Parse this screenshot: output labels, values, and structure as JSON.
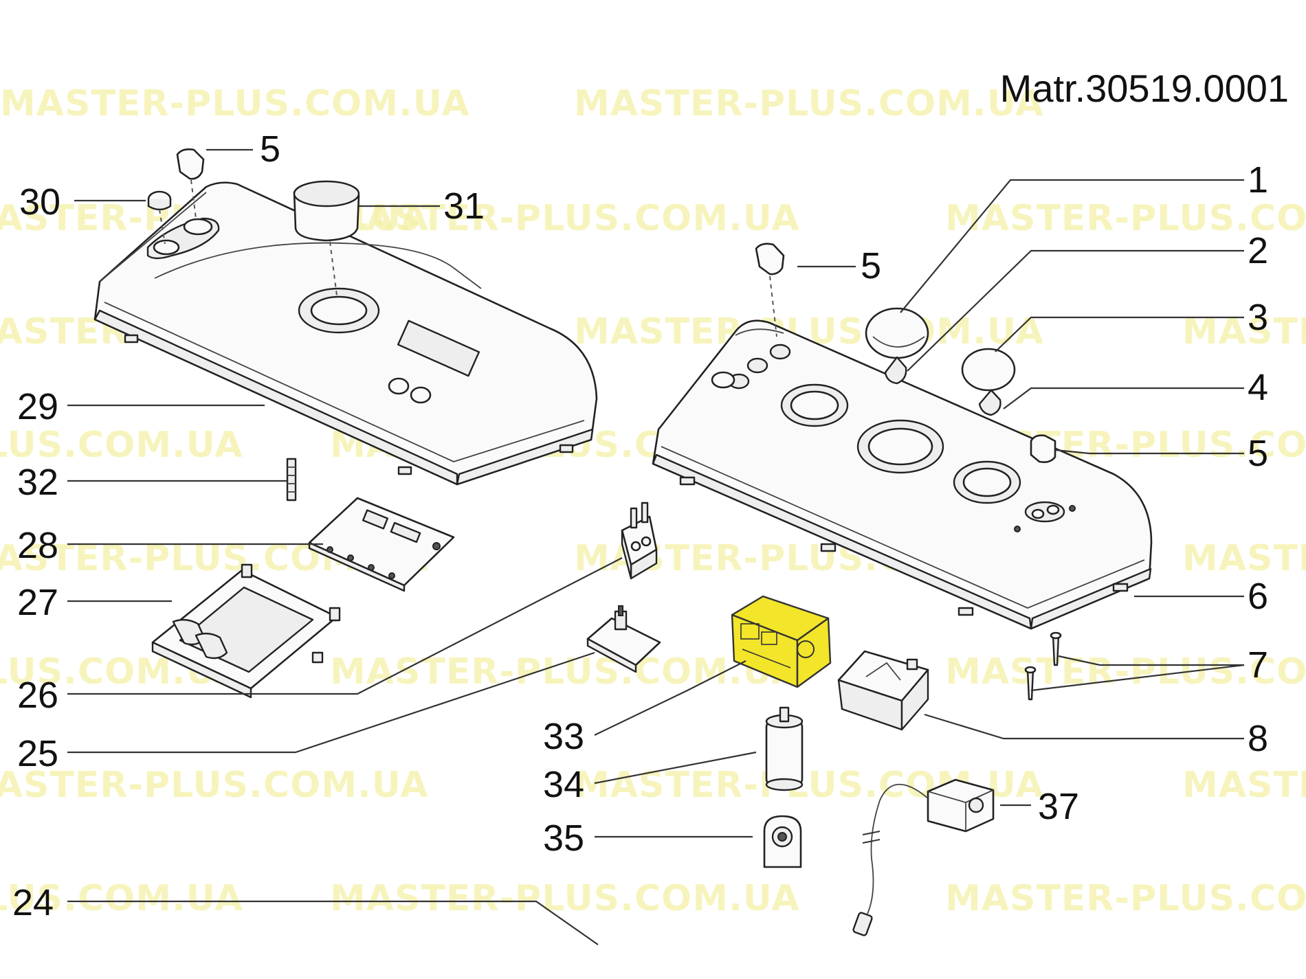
{
  "title": "Matr.30519.0001",
  "watermark": "MASTER-PLUS.COM.UA",
  "highlight_color": "#f2e52a",
  "watermark_color": "#f4f1a6",
  "callouts": [
    {
      "id": "1",
      "label": "1"
    },
    {
      "id": "2",
      "label": "2"
    },
    {
      "id": "3",
      "label": "3"
    },
    {
      "id": "4",
      "label": "4"
    },
    {
      "id": "5a",
      "label": "5"
    },
    {
      "id": "5b",
      "label": "5"
    },
    {
      "id": "5c",
      "label": "5"
    },
    {
      "id": "6",
      "label": "6"
    },
    {
      "id": "7",
      "label": "7"
    },
    {
      "id": "8",
      "label": "8"
    },
    {
      "id": "24",
      "label": "24"
    },
    {
      "id": "25",
      "label": "25"
    },
    {
      "id": "26",
      "label": "26"
    },
    {
      "id": "27",
      "label": "27"
    },
    {
      "id": "28",
      "label": "28"
    },
    {
      "id": "29",
      "label": "29"
    },
    {
      "id": "30",
      "label": "30"
    },
    {
      "id": "31",
      "label": "31"
    },
    {
      "id": "32",
      "label": "32"
    },
    {
      "id": "33",
      "label": "33"
    },
    {
      "id": "34",
      "label": "34"
    },
    {
      "id": "35",
      "label": "35"
    },
    {
      "id": "37",
      "label": "37"
    }
  ]
}
